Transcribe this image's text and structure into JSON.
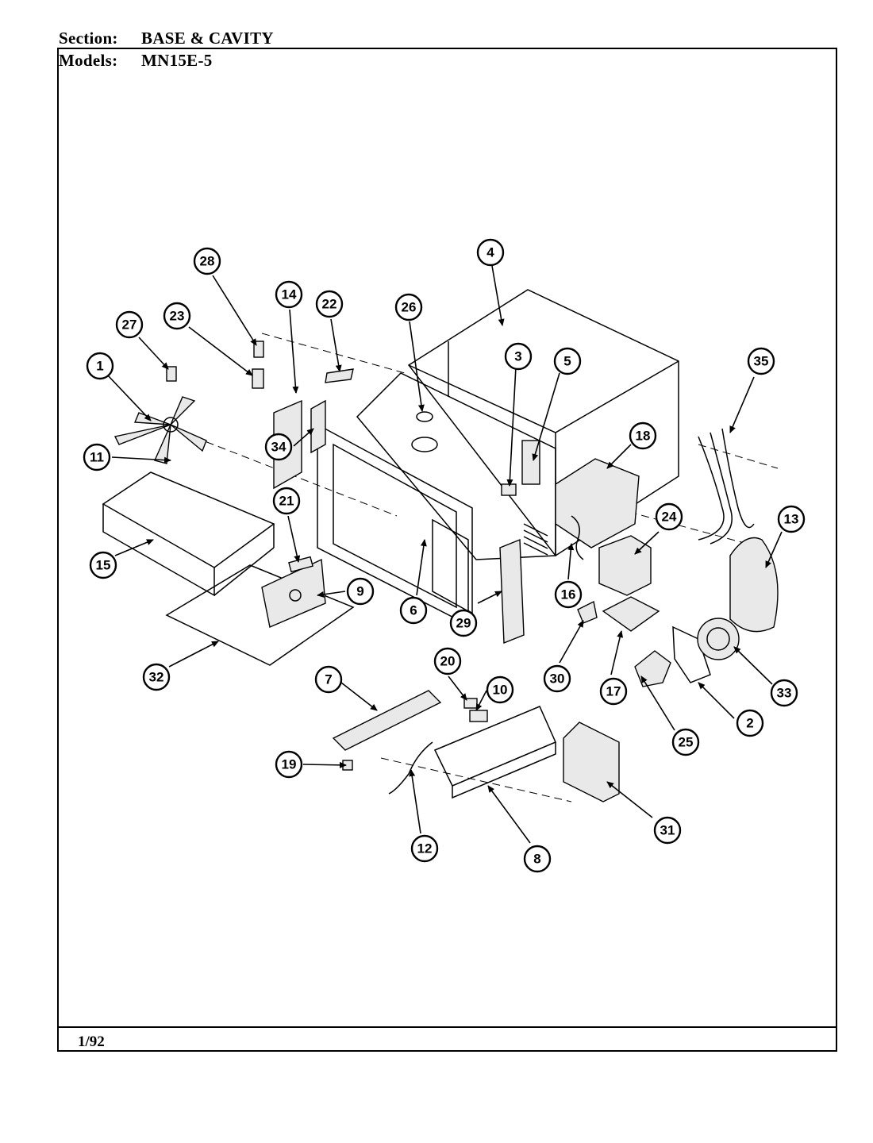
{
  "header": {
    "section_label": "Section:",
    "section_value": "BASE & CAVITY",
    "models_label": "Models:",
    "models_value": "MN15E-5"
  },
  "footer": {
    "date": "1/92"
  },
  "callouts": [
    "1",
    "2",
    "3",
    "4",
    "5",
    "6",
    "7",
    "8",
    "9",
    "10",
    "11",
    "12",
    "13",
    "14",
    "15",
    "16",
    "17",
    "18",
    "19",
    "20",
    "21",
    "22",
    "23",
    "24",
    "25",
    "26",
    "27",
    "28",
    "29",
    "30",
    "31",
    "32",
    "33",
    "34",
    "35"
  ]
}
